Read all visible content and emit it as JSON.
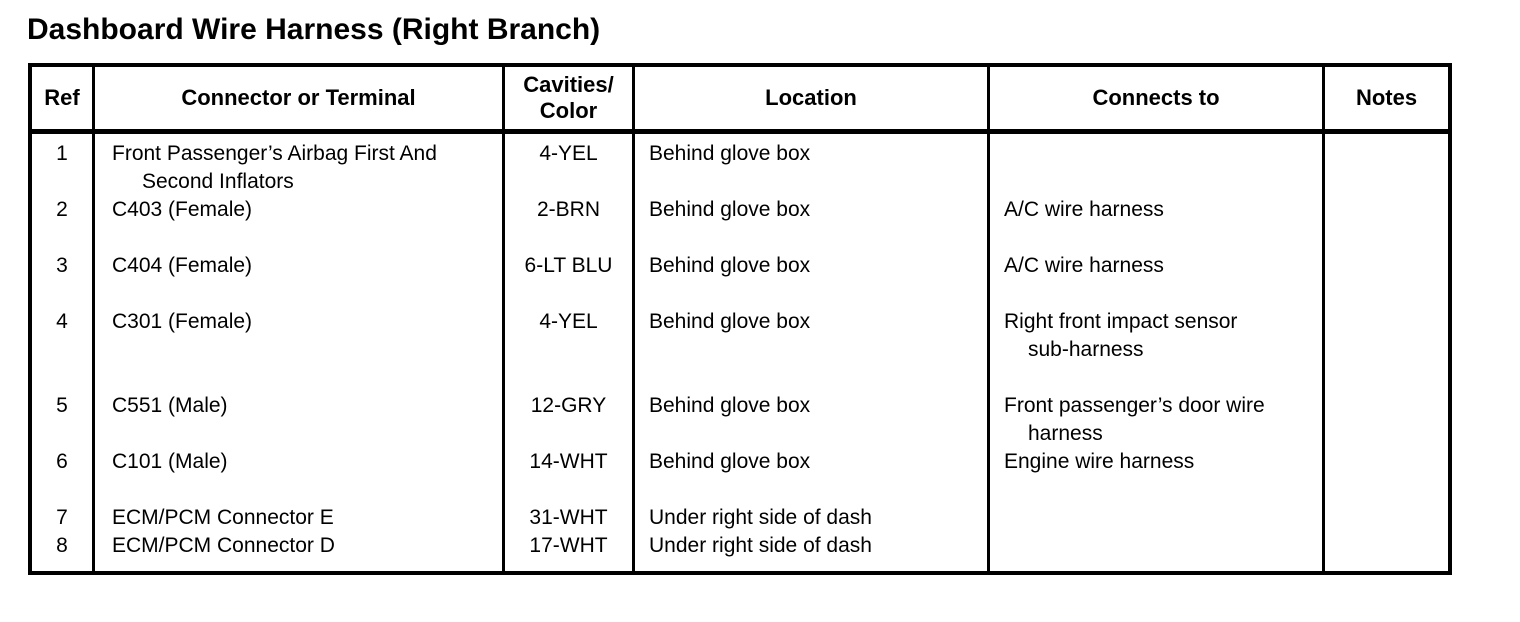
{
  "page_title": "Dashboard Wire Harness (Right Branch)",
  "colors": {
    "ink": "#000000",
    "paper": "#ffffff"
  },
  "table": {
    "headers": {
      "ref": "Ref",
      "connector": "Connector or Terminal",
      "cavities": "Cavities/\nColor",
      "location": "Location",
      "connects_to": "Connects to",
      "notes": "Notes"
    },
    "rows": [
      {
        "ref": "1",
        "connector": [
          "Front Passenger’s Airbag First And",
          "Second Inflators"
        ],
        "cavities": "4-YEL",
        "location": "Behind glove box",
        "connects_to": [],
        "notes": "",
        "blank_lines_after": 0
      },
      {
        "ref": "2",
        "connector": [
          "C403 (Female)"
        ],
        "cavities": "2-BRN",
        "location": "Behind glove box",
        "connects_to": [
          "A/C wire harness"
        ],
        "notes": "",
        "blank_lines_after": 1
      },
      {
        "ref": "3",
        "connector": [
          "C404 (Female)"
        ],
        "cavities": "6-LT BLU",
        "location": "Behind glove box",
        "connects_to": [
          "A/C wire harness"
        ],
        "notes": "",
        "blank_lines_after": 1
      },
      {
        "ref": "4",
        "connector": [
          "C301 (Female)"
        ],
        "cavities": "4-YEL",
        "location": "Behind glove box",
        "connects_to": [
          "Right front impact sensor",
          "sub-harness"
        ],
        "notes": "",
        "blank_lines_after": 1
      },
      {
        "ref": "5",
        "connector": [
          "C551 (Male)"
        ],
        "cavities": "12-GRY",
        "location": "Behind glove box",
        "connects_to": [
          "Front passenger’s door wire",
          "harness"
        ],
        "notes": "",
        "blank_lines_after": 0
      },
      {
        "ref": "6",
        "connector": [
          "C101 (Male)"
        ],
        "cavities": "14-WHT",
        "location": "Behind glove box",
        "connects_to": [
          "Engine wire harness"
        ],
        "notes": "",
        "blank_lines_after": 1
      },
      {
        "ref": "7",
        "connector": [
          "ECM/PCM Connector E"
        ],
        "cavities": "31-WHT",
        "location": "Under right side of dash",
        "connects_to": [],
        "notes": "",
        "blank_lines_after": 0
      },
      {
        "ref": "8",
        "connector": [
          "ECM/PCM Connector D"
        ],
        "cavities": "17-WHT",
        "location": "Under right side of dash",
        "connects_to": [],
        "notes": "",
        "blank_lines_after": 0
      }
    ]
  }
}
